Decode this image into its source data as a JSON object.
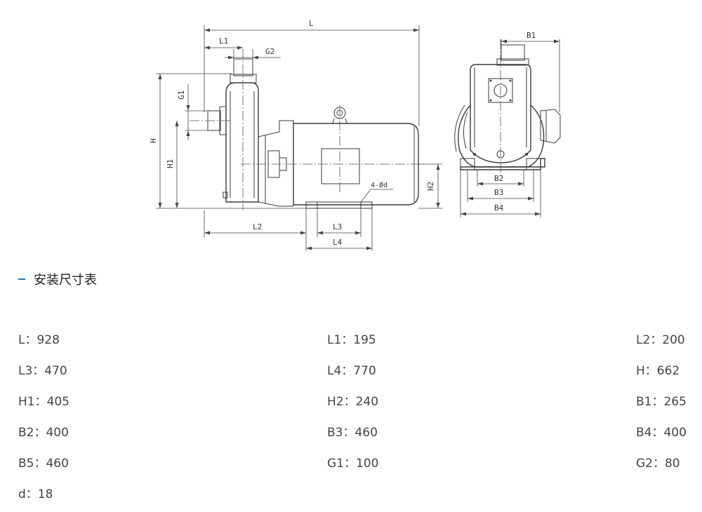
{
  "drawing": {
    "labels": {
      "L": "L",
      "L1": "L1",
      "G2": "G2",
      "G1": "G1",
      "H": "H",
      "H1": "H1",
      "L2": "L2",
      "L3": "L3",
      "L4": "L4",
      "H2": "H2",
      "hole": "4-Ød",
      "B1": "B1",
      "B2": "B2",
      "B3": "B3",
      "B4": "B4"
    }
  },
  "section": {
    "title": "安装尺寸表"
  },
  "specs": [
    [
      "L：928",
      "L1：195",
      "L2：200"
    ],
    [
      "L3：470",
      "L4：770",
      "H：662"
    ],
    [
      "H1：405",
      "H2：240",
      "B1：265"
    ],
    [
      "B2：400",
      "B3：460",
      "B4：400"
    ],
    [
      "B5：460",
      "G1：100",
      "G2：80"
    ],
    [
      "d：18",
      "",
      ""
    ]
  ]
}
